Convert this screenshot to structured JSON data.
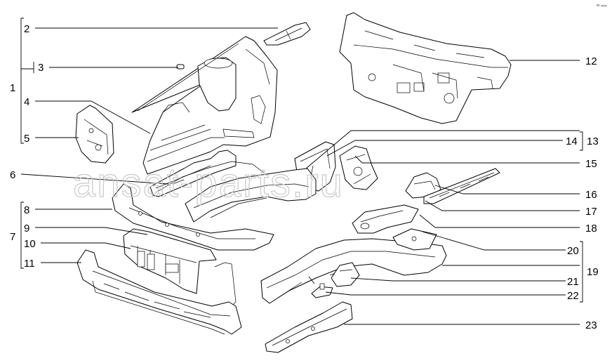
{
  "diagram": {
    "watermark": "ansat-parts.ru",
    "corner_mark": "ᵃᵖ ∞∞",
    "callouts": {
      "c1": "1",
      "c2": "2",
      "c3": "3",
      "c4": "4",
      "c5": "5",
      "c6": "6",
      "c7": "7",
      "c8": "8",
      "c9": "9",
      "c10": "10",
      "c11": "11",
      "c12": "12",
      "c13": "13",
      "c14": "14",
      "c15": "15",
      "c16": "16",
      "c17": "17",
      "c18": "18",
      "c19": "19",
      "c20": "20",
      "c21": "21",
      "c22": "22",
      "c23": "23"
    }
  }
}
